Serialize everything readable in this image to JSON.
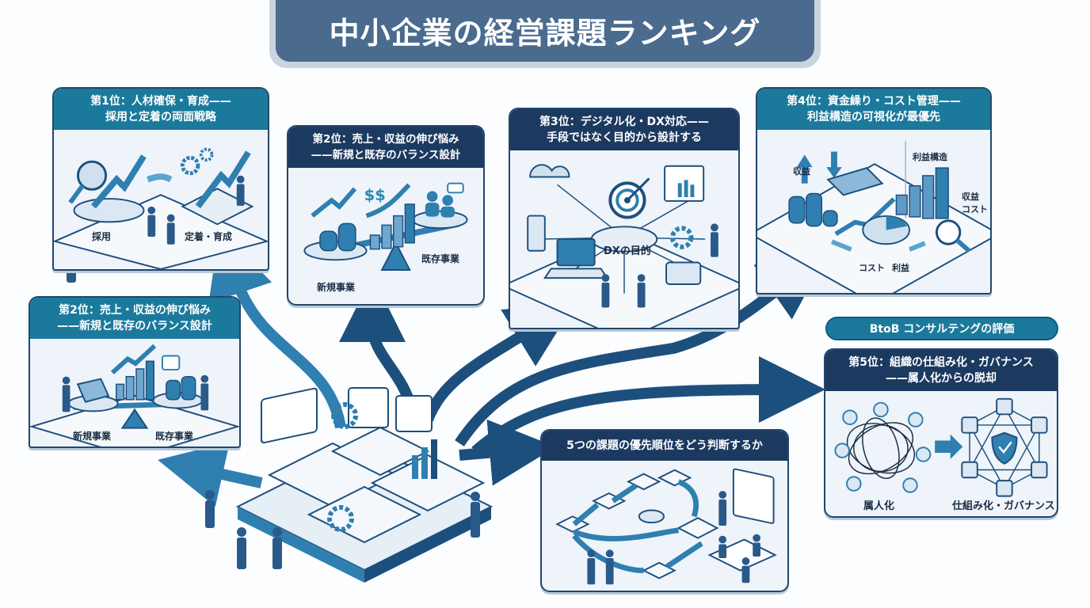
{
  "title": "中小企業の経営課題ランキング",
  "cards": {
    "rank1": {
      "heading_line1": "第1位：人材確保・育成——",
      "heading_line2": "採用と定着の両面戦略",
      "labels": [
        "採用",
        "定着・育成"
      ]
    },
    "rank2_top": {
      "heading_line1": "第2位：売上・収益の伸び悩み",
      "heading_line2": "——新規と既存のバランス設計",
      "labels": [
        "新規事業",
        "既存事業"
      ],
      "currency_symbols": "$$"
    },
    "rank2_left": {
      "heading_line1": "第2位：売上・収益の伸び悩み",
      "heading_line2": "——新規と既存のバランス設計",
      "labels": [
        "新規事業",
        "既存事業"
      ]
    },
    "rank3": {
      "heading_line1": "第3位：デジタル化・DX対応——",
      "heading_line2": "手段ではなく目的から設計する",
      "center_label": "DXの目的"
    },
    "rank4": {
      "heading_line1": "第4位：資金繰り・コスト管理——",
      "heading_line2": "利益構造の可視化が最優先",
      "labels": {
        "revenue": "収益",
        "profit_structure": "利益構造",
        "legend_revenue": "収益",
        "legend_cost": "コスト",
        "cost": "コスト",
        "profit": "利益"
      }
    },
    "rank5": {
      "badge": "BtoB コンサルテングの評価",
      "heading_line1": "第5位：組織の仕組み化・ガバナンス",
      "heading_line2": "——属人化からの脱却",
      "labels": [
        "属人化",
        "仕組み化・ガバナンス"
      ]
    },
    "priority": {
      "heading": "5つの課題の優先順位をどう判断するか"
    }
  },
  "colors": {
    "title_bar": "#4a6b8e",
    "teal_header": "#1b7a9c",
    "navy_header": "#1c3a60",
    "flow_blue": "#2f7fb0",
    "flow_dark": "#1d4f7d",
    "card_bg": "#eef4fa"
  }
}
